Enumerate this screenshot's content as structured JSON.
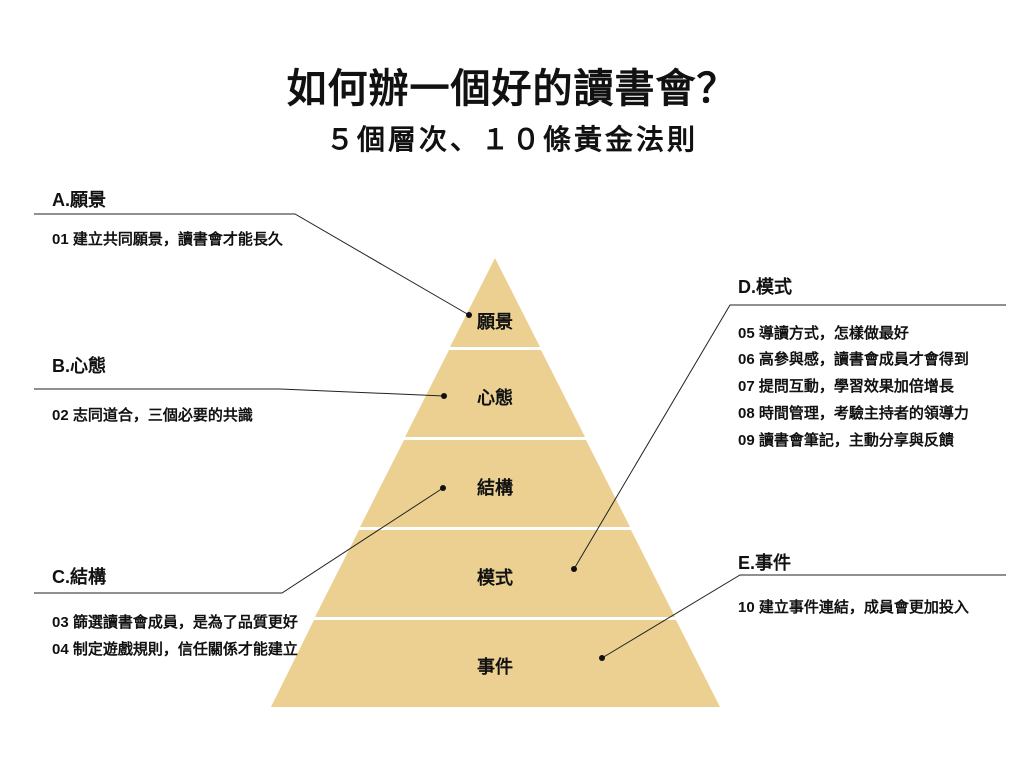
{
  "title": "如何辦一個好的讀書會？",
  "subtitle": "５個層次、１０條黃金法則",
  "colors": {
    "pyramid": "#ebd092",
    "line": "#222222"
  },
  "pyramid_layers": [
    "願景",
    "心態",
    "結構",
    "模式",
    "事件"
  ],
  "sections": {
    "a": {
      "heading": "A.願景",
      "items": [
        "01 建立共同願景，讀書會才能長久"
      ]
    },
    "b": {
      "heading": "B.心態",
      "items": [
        "02 志同道合，三個必要的共識"
      ]
    },
    "c": {
      "heading": "C.結構",
      "items": [
        "03 篩選讀書會成員，是為了品質更好",
        "04 制定遊戲規則，信任關係才能建立"
      ]
    },
    "d": {
      "heading": "D.模式",
      "items": [
        "05 導讀方式，怎樣做最好",
        "06 高參與感，讀書會成員才會得到",
        "07 提問互動，學習效果加倍增長",
        "08 時間管理，考驗主持者的領導力",
        "09 讀書會筆記，主動分享與反饋"
      ]
    },
    "e": {
      "heading": "E.事件",
      "items": [
        "10 建立事件連結，成員會更加投入"
      ]
    }
  }
}
